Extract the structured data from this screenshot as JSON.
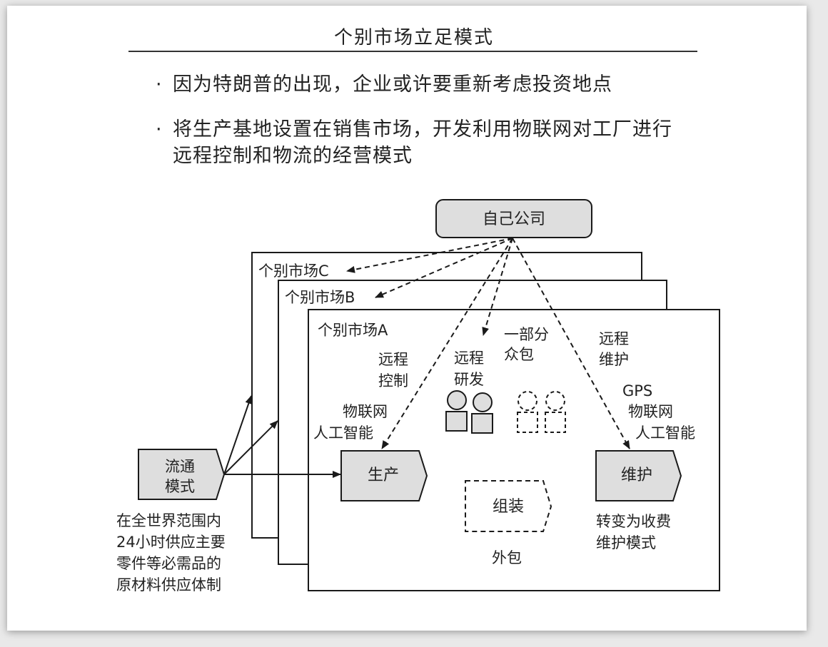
{
  "title": "个别市场立足模式",
  "bullets": [
    {
      "marker": "·",
      "line1": "因为特朗普的出现，企业或许要重新考虑投资地点"
    },
    {
      "marker": "·",
      "line1": "将生产基地设置在销售市场，开发利用物联网对工厂进行",
      "line2": "远程控制和物流的经营模式"
    }
  ],
  "diagram": {
    "company": "自己公司",
    "market_c": "个别市场C",
    "market_b": "个别市场B",
    "market_a": "个别市场A",
    "remote_control": [
      "远程",
      "控制"
    ],
    "remote_rd": [
      "远程",
      "研发"
    ],
    "crowdsourcing": [
      "一部分",
      "众包"
    ],
    "remote_maintenance": [
      "远程",
      "维护"
    ],
    "iot_ai_left": [
      "物联网",
      "人工智能"
    ],
    "gps_iot_ai_right": [
      "GPS",
      "物联网",
      "人工智能"
    ],
    "production": "生产",
    "maintenance": "维护",
    "assembly": "组装",
    "outsourcing": "外包",
    "maintenance_note": [
      "转变为收费",
      "维护模式"
    ],
    "distribution": [
      "流通",
      "模式"
    ],
    "distribution_note": [
      "在全世界范围内",
      "24小时供应主要",
      "零件等必需品的",
      "原材料供应体制"
    ],
    "colors": {
      "box_fill": "#dedede",
      "line": "#1a1a1a"
    }
  }
}
